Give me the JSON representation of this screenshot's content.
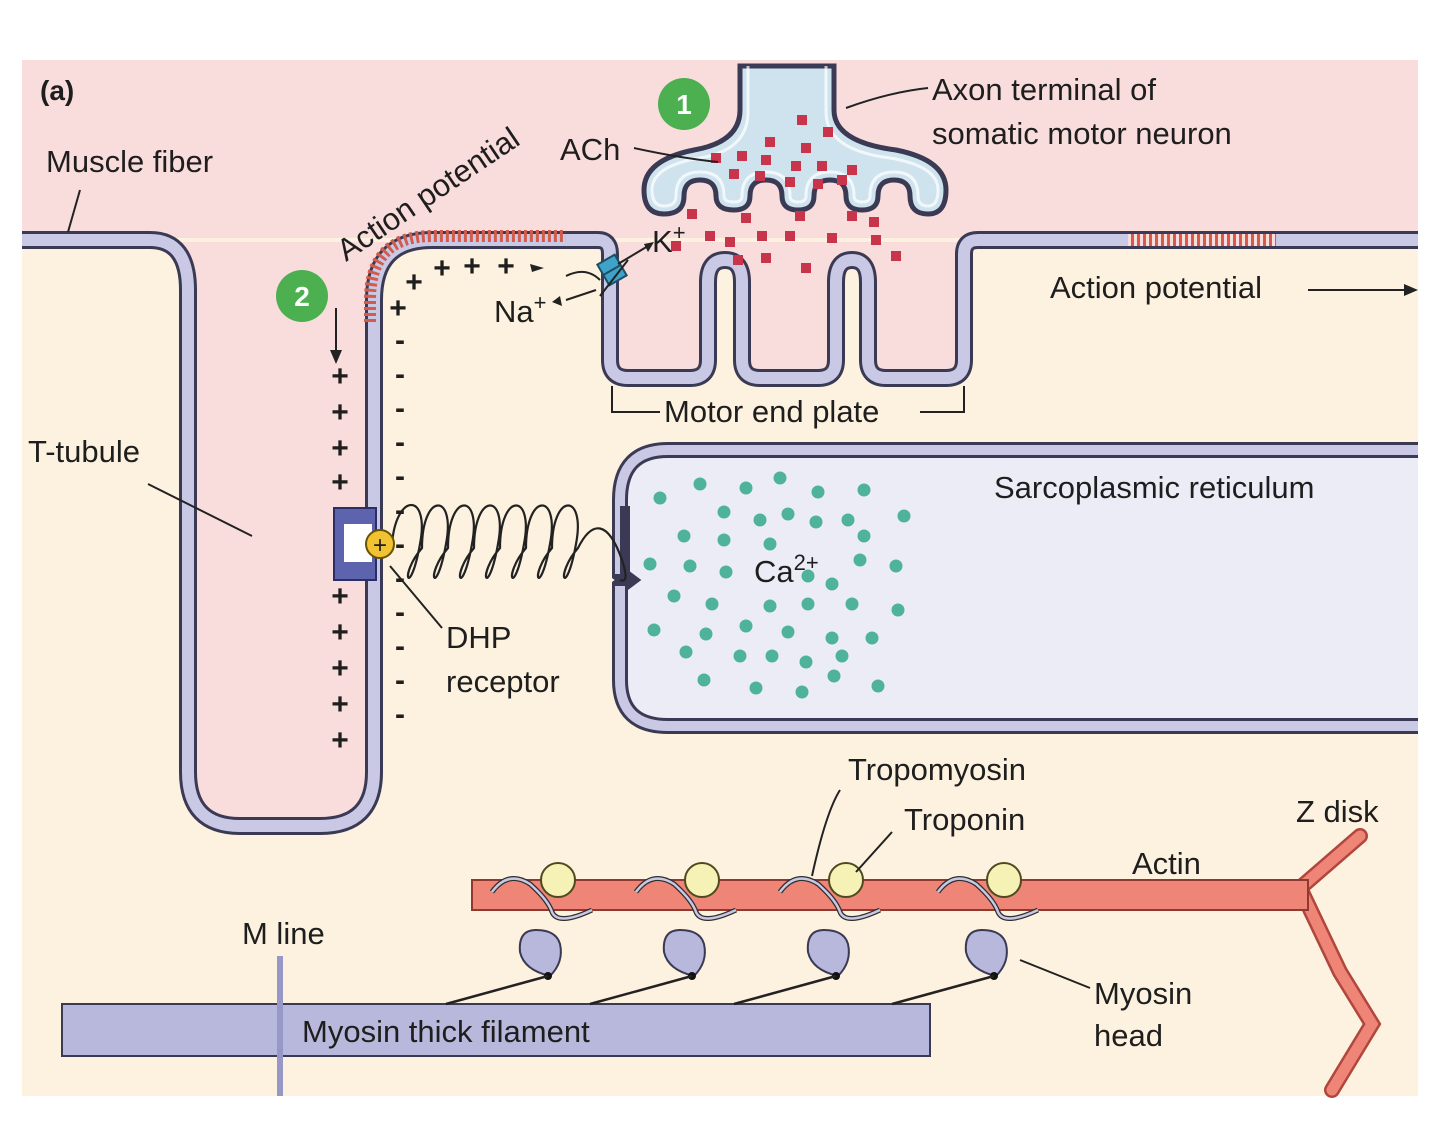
{
  "panel_label": "(a)",
  "steps": [
    "1",
    "2"
  ],
  "labels": {
    "axon_terminal_line1": "Axon terminal of",
    "axon_terminal_line2": "somatic motor neuron",
    "ach": "ACh",
    "muscle_fiber": "Muscle fiber",
    "action_potential_curved": "Action potential",
    "k_ion": "K",
    "na_ion": "Na",
    "ion_charge": "+",
    "action_potential_right": "Action potential",
    "motor_end_plate": "Motor end plate",
    "t_tubule": "T-tubule",
    "sarcoplasmic_reticulum": "Sarcoplasmic reticulum",
    "calcium_base": "Ca",
    "calcium_charge": "2+",
    "dhp_line1": "DHP",
    "dhp_line2": "receptor",
    "tropomyosin": "Tropomyosin",
    "troponin": "Troponin",
    "z_disk": "Z disk",
    "actin": "Actin",
    "m_line": "M line",
    "myosin_thick_filament": "Myosin thick filament",
    "myosin_head_line1": "Myosin",
    "myosin_head_line2": "head"
  },
  "charge_signs": {
    "plus": "+",
    "minus": "-"
  },
  "colors": {
    "extracellular_pink": "#f9dcdc",
    "cytoplasm_cream": "#fdf2df",
    "membrane_lavender": "#c9c9e6",
    "membrane_outline": "#3a3a55",
    "axon_blue": "#cfe3ee",
    "ach_red": "#c8344a",
    "calcium_green": "#4fb39a",
    "step_green": "#4caf50",
    "actin_salmon": "#ef8577",
    "troponin_yellow": "#f6f2b6",
    "myosin_purple": "#b8b8dc",
    "dhp_blue": "#5e63ad",
    "dhp_yellow": "#f1c232",
    "depolarized_red": "#d35b4a"
  },
  "icons": [
    "step-1-badge",
    "step-2-badge",
    "na-k-channel-icon",
    "dhp-receptor-icon",
    "ryanodine-spring-icon"
  ]
}
